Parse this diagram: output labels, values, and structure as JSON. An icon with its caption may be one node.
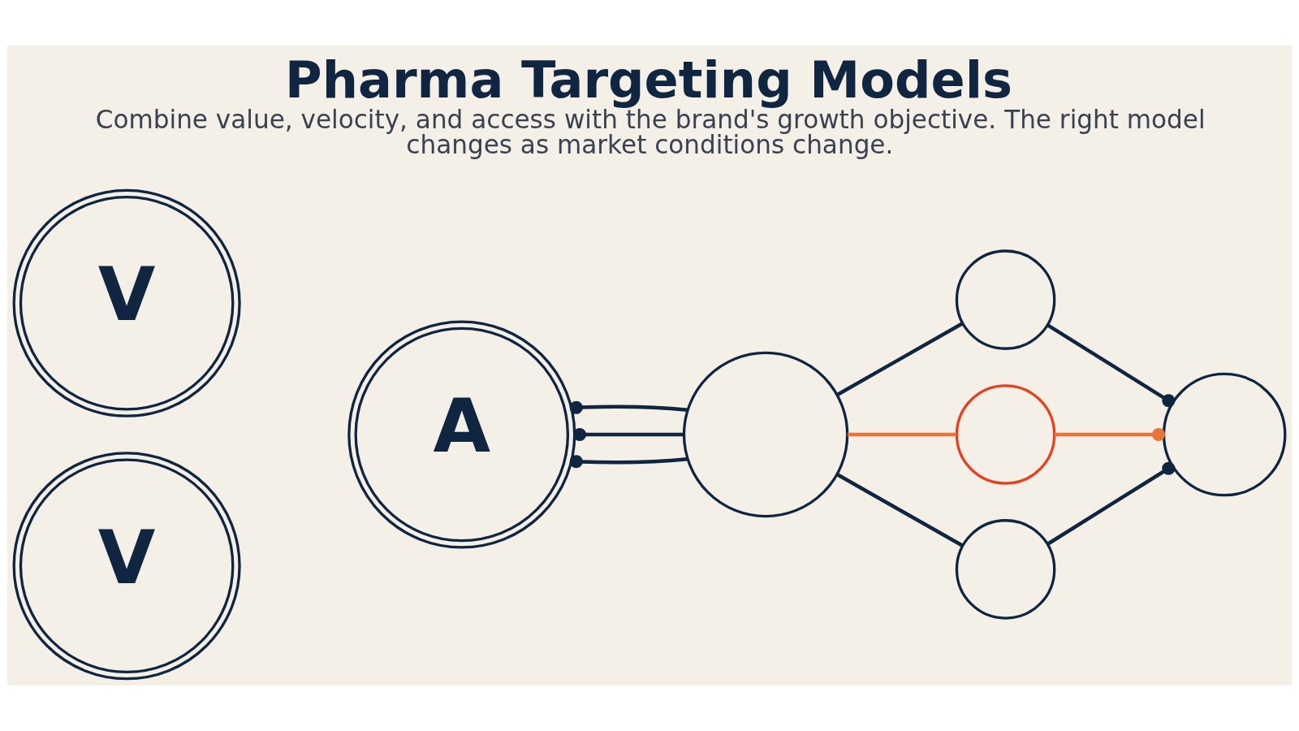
{
  "diagram": {
    "title": "Pharma Targeting Models",
    "caption": "Combine value, velocity, and access with the brand's growth objective. The right model changes as market conditions change.",
    "nodes": [
      {
        "text": [
          "V"
        ]
      },
      {
        "text": [
          "V"
        ]
      },
      {
        "text": [
          "A"
        ]
      },
      {
        "text": [],
        "shape": "circle"
      },
      {
        "text": [],
        "shape": "circle"
      },
      {
        "text": [],
        "shape": "circle"
      },
      {
        "text": [],
        "shape": "circle"
      },
      {
        "text": [],
        "shape": "circle"
      }
    ],
    "edges": [
      {
        "from": 2,
        "to": 3,
        "arrow": "other"
      },
      {
        "from": 2,
        "to": 3,
        "arrow": "other"
      },
      {
        "from": 2,
        "to": 3,
        "arrow": "other"
      },
      {
        "from": 3,
        "to": 4,
        "arrow": "none"
      },
      {
        "from": 3,
        "to": 5,
        "arrow": "none",
        "color": "#e8743a"
      },
      {
        "from": 3,
        "to": 6,
        "arrow": "none"
      },
      {
        "from": 4,
        "to": 7,
        "arrow": "other"
      },
      {
        "from": 5,
        "to": 7,
        "arrow": "other",
        "color": "#e8743a"
      },
      {
        "from": 6,
        "to": 7,
        "arrow": "other"
      }
    ]
  }
}
